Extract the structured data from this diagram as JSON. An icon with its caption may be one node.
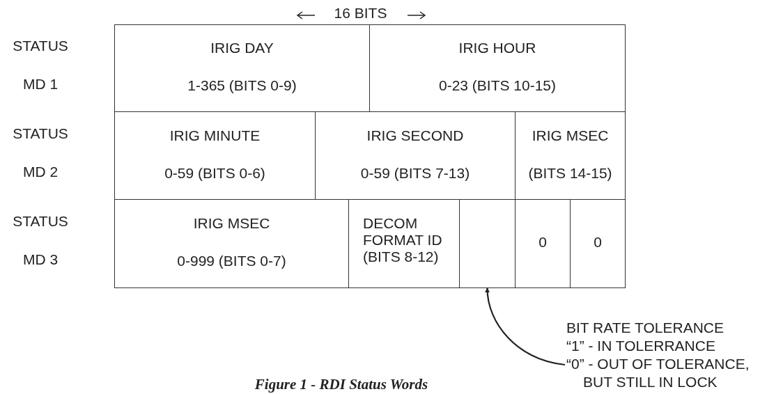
{
  "diagram": {
    "caption": "Figure 1 - RDI Status Words",
    "nodes": [
      {
        "text": [
          "IRIG DAY",
          "1-365 (BITS 0-9)"
        ]
      },
      {
        "text": [
          "IRIG HOUR",
          "0-23 (BITS 10-15)"
        ]
      },
      {
        "text": [
          "IRIG MINUTE",
          "0-59 (BITS 0-6)"
        ]
      },
      {
        "text": [
          "IRIG SECOND",
          "0-59 (BITS 7-13)"
        ]
      },
      {
        "text": [
          "IRIG MSEC",
          "(BITS 14-15)"
        ]
      },
      {
        "text": [
          "IRIG MSEC",
          "0-999 (BITS 0-7)"
        ]
      },
      {
        "text": [
          "DECOM FORMAT ID",
          "(BITS 8-12)"
        ]
      },
      {
        "text": [],
        "shape": "box"
      },
      {
        "text": [
          "0"
        ]
      },
      {
        "text": [
          "0"
        ]
      },
      {
        "text": [
          "BIT RATE TOLERANCE",
          "“1” - IN TOLERRANCE",
          "“0” - OUT OF TOLERANCE, BUT STILL IN LOCK"
        ]
      }
    ],
    "edges": [
      {
        "from": 10,
        "to": 7,
        "arrow": "to"
      }
    ],
    "labels": [
      "16 BITS",
      "STATUS",
      "MD 1",
      "STATUS",
      "MD 2",
      "STATUS",
      "MD 3"
    ]
  }
}
